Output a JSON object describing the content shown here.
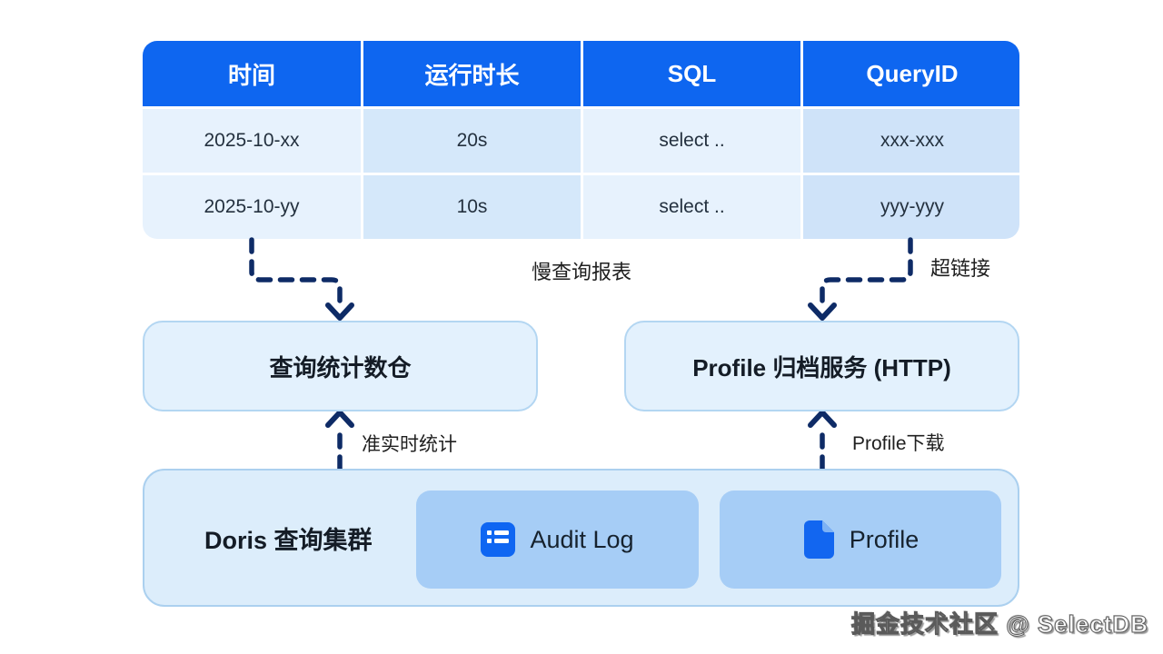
{
  "table": {
    "headers": [
      "时间",
      "运行时长",
      "SQL",
      "QueryID"
    ],
    "rows": [
      [
        "2025-10-xx",
        "20s",
        "select ..",
        "xxx-xxx"
      ],
      [
        "2025-10-yy",
        "10s",
        "select ..",
        "yyy-yyy"
      ]
    ]
  },
  "flow_labels": {
    "slow_query_report": "慢查询报表",
    "hyperlink": "超链接",
    "near_realtime_stats": "准实时统计",
    "profile_download": "Profile下载"
  },
  "nodes": {
    "query_stats_warehouse": "查询统计数仓",
    "profile_archive_service": "Profile 归档服务 (HTTP)",
    "doris_cluster": "Doris 查询集群",
    "audit_log": "Audit Log",
    "profile": "Profile"
  },
  "icons": {
    "audit_log": "list-icon",
    "profile": "document-icon"
  },
  "watermark": {
    "text": "掘金技术社区 @ SelectDB"
  },
  "colors": {
    "header_blue": "#0e66f0",
    "cell_light": "#e7f2fd",
    "cell_dark": "#d5e8fa",
    "node_fill": "#e3f1fd",
    "node_border": "#b3d6f2",
    "cluster_fill": "#dcedfb",
    "card_fill": "#a6cdf6",
    "icon_blue": "#0f66f2",
    "arrow_navy": "#0e2b66"
  }
}
